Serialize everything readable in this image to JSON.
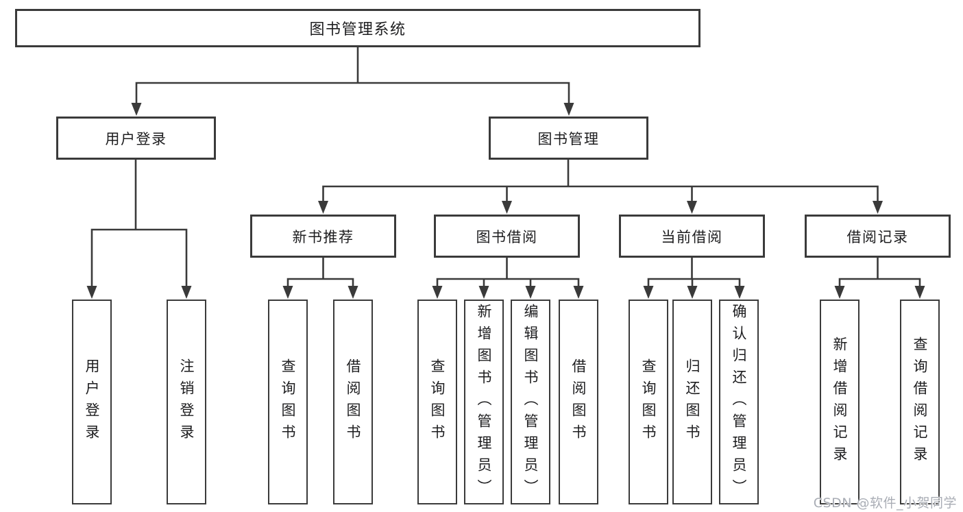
{
  "root": {
    "label": "图书管理系统"
  },
  "level2": [
    {
      "label": "用户登录"
    },
    {
      "label": "图书管理"
    }
  ],
  "level3": [
    {
      "label": "新书推荐"
    },
    {
      "label": "图书借阅"
    },
    {
      "label": "当前借阅"
    },
    {
      "label": "借阅记录"
    }
  ],
  "leaves": [
    {
      "label": "用户登录"
    },
    {
      "label": "注销登录"
    },
    {
      "label": "查询图书"
    },
    {
      "label": "借阅图书"
    },
    {
      "label": "查询图书"
    },
    {
      "label": "新增图书（管理员）"
    },
    {
      "label": "编辑图书（管理员）"
    },
    {
      "label": "借阅图书"
    },
    {
      "label": "查询图书"
    },
    {
      "label": "归还图书"
    },
    {
      "label": "确认归还（管理员）"
    },
    {
      "label": "新增借阅记录"
    },
    {
      "label": "查询借阅记录"
    }
  ],
  "watermark": {
    "text": "CSDN @软件_小贺同学"
  },
  "colors": {
    "line": "#3a3a3a",
    "border": "#3a3a3a",
    "text": "#1d1d1f",
    "watermark": "#a9adb5",
    "background": "#ffffff"
  }
}
